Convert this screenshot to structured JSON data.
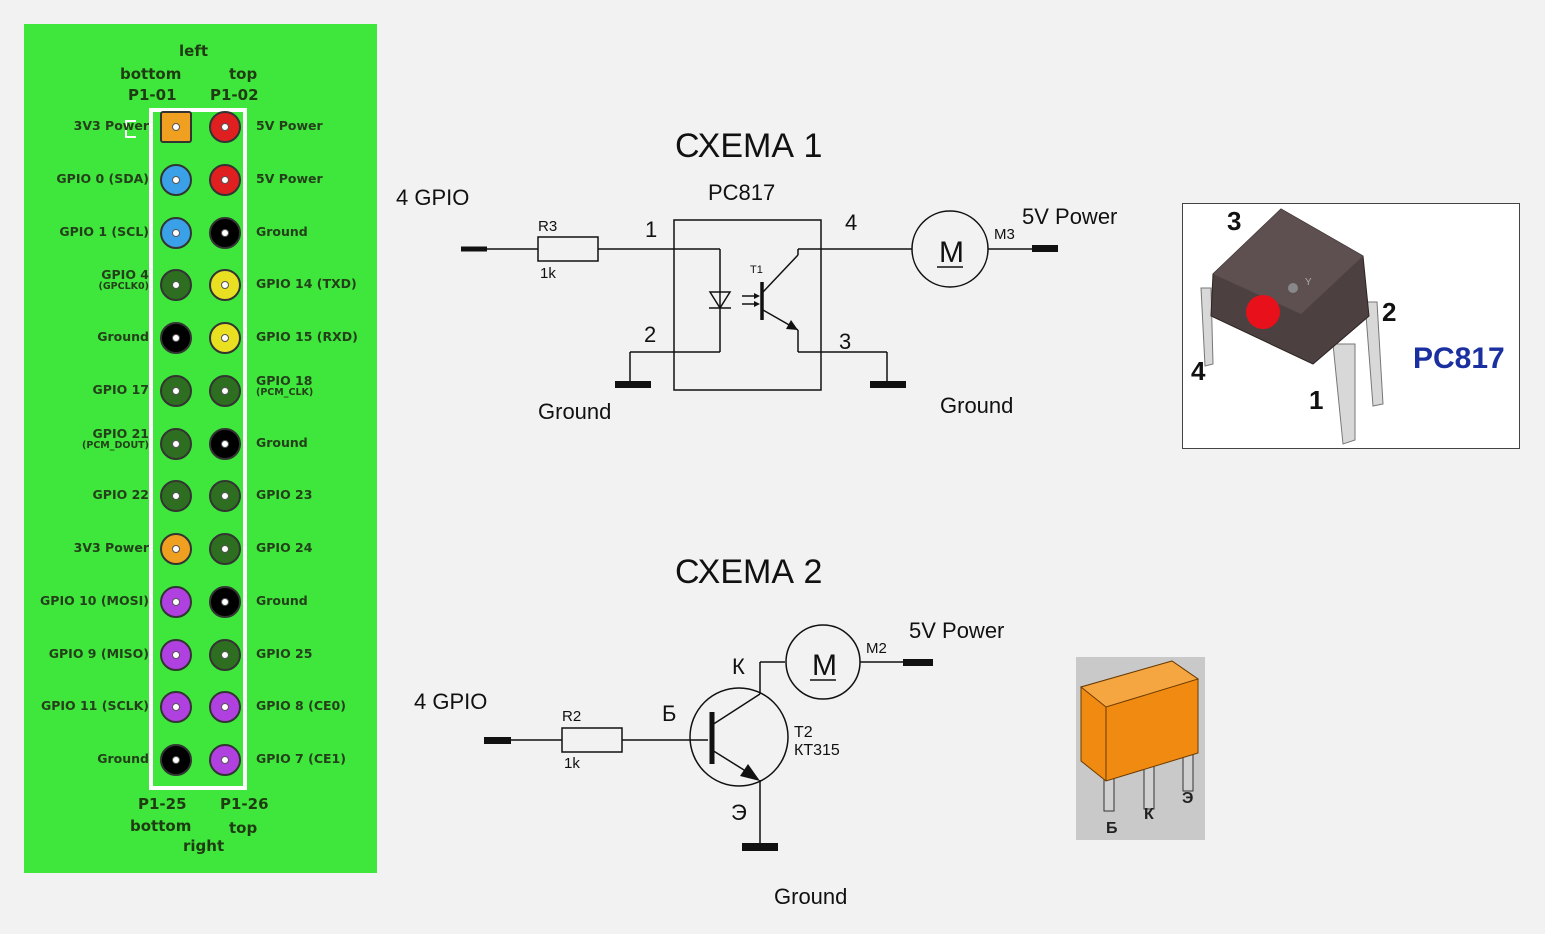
{
  "header": {
    "left": "left",
    "bottom_left": "bottom",
    "top_right": "top",
    "pin1": "P1-01",
    "pin2": "P1-02",
    "pin25": "P1-25",
    "pin26": "P1-26",
    "bottom2": "bottom",
    "top2": "top",
    "right": "right"
  },
  "pins_left": [
    {
      "label": "3V3 Power",
      "sub": "",
      "color": "#f0a020"
    },
    {
      "label": "GPIO 0 (SDA)",
      "sub": "",
      "color": "#3aa0e8"
    },
    {
      "label": "GPIO 1 (SCL)",
      "sub": "",
      "color": "#3aa0e8"
    },
    {
      "label": "GPIO 4",
      "sub": "(GPCLK0)",
      "color": "#2e6e20"
    },
    {
      "label": "Ground",
      "sub": "",
      "color": "#000000"
    },
    {
      "label": "GPIO 17",
      "sub": "",
      "color": "#2e6e20"
    },
    {
      "label": "GPIO 21",
      "sub": "(PCM_DOUT)",
      "color": "#2e6e20"
    },
    {
      "label": "GPIO 22",
      "sub": "",
      "color": "#2e6e20"
    },
    {
      "label": "3V3 Power",
      "sub": "",
      "color": "#f0a020"
    },
    {
      "label": "GPIO 10 (MOSI)",
      "sub": "",
      "color": "#b040e0"
    },
    {
      "label": "GPIO 9 (MISO)",
      "sub": "",
      "color": "#b040e0"
    },
    {
      "label": "GPIO 11 (SCLK)",
      "sub": "",
      "color": "#b040e0"
    },
    {
      "label": "Ground",
      "sub": "",
      "color": "#000000"
    }
  ],
  "pins_right": [
    {
      "label": "5V Power",
      "sub": "",
      "color": "#e02020"
    },
    {
      "label": "5V Power",
      "sub": "",
      "color": "#e02020"
    },
    {
      "label": "Ground",
      "sub": "",
      "color": "#000000"
    },
    {
      "label": "GPIO 14 (TXD)",
      "sub": "",
      "color": "#e8e020"
    },
    {
      "label": "GPIO 15 (RXD)",
      "sub": "",
      "color": "#e8e020"
    },
    {
      "label": "GPIO 18",
      "sub": "(PCM_CLK)",
      "color": "#2e6e20"
    },
    {
      "label": "Ground",
      "sub": "",
      "color": "#000000"
    },
    {
      "label": "GPIO 23",
      "sub": "",
      "color": "#2e6e20"
    },
    {
      "label": "GPIO 24",
      "sub": "",
      "color": "#2e6e20"
    },
    {
      "label": "Ground",
      "sub": "",
      "color": "#000000"
    },
    {
      "label": "GPIO 25",
      "sub": "",
      "color": "#2e6e20"
    },
    {
      "label": "GPIO 8 (CE0)",
      "sub": "",
      "color": "#b040e0"
    },
    {
      "label": "GPIO 7 (CE1)",
      "sub": "",
      "color": "#b040e0"
    }
  ],
  "scheme1": {
    "title": "СХЕМА 1",
    "chip": "PC817",
    "input": "4 GPIO",
    "resistor": "R3",
    "resistor_value": "1k",
    "transistor": "T1",
    "motor": "M3",
    "motor_symbol": "M",
    "power": "5V Power",
    "ground_left": "Ground",
    "ground_right": "Ground",
    "pin1": "1",
    "pin2": "2",
    "pin3": "3",
    "pin4": "4"
  },
  "scheme2": {
    "title": "СХЕМА 2",
    "input": "4 GPIO",
    "resistor": "R2",
    "resistor_value": "1k",
    "base": "Б",
    "collector": "К",
    "emitter": "Э",
    "transistor": "T2",
    "transistor_model": "КТ315",
    "motor": "M2",
    "motor_symbol": "M",
    "power": "5V Power",
    "ground": "Ground"
  },
  "pc817_photo": {
    "label": "PC817",
    "pin1": "1",
    "pin2": "2",
    "pin3": "3",
    "pin4": "4",
    "marking": "Y"
  },
  "kt315_photo": {
    "leg_b": "Б",
    "leg_k": "К",
    "leg_e": "Э"
  },
  "colors": {
    "panel": "#3fe63b",
    "pc817_text": "#1a2fa0",
    "dot": "#e8101a",
    "kt315_body": "#f08a10"
  }
}
